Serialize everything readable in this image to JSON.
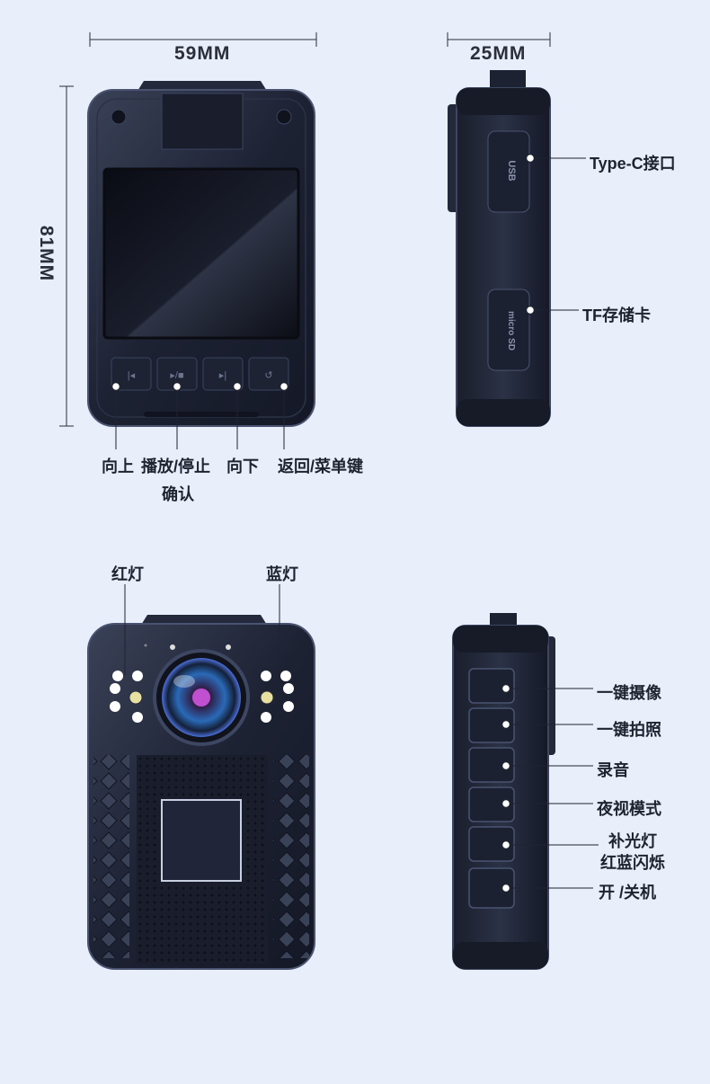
{
  "dimensions": {
    "width": "59MM",
    "depth": "25MM",
    "height": "81MM"
  },
  "front_buttons": {
    "up": "向上",
    "play_stop": "播放/停止",
    "confirm": "确认",
    "down": "向下",
    "back_menu": "返回/菜单键"
  },
  "side_ports": {
    "usb": "Type-C接口",
    "tf": "TF存储卡"
  },
  "lights": {
    "red": "红灯",
    "blue": "蓝灯"
  },
  "side_buttons": {
    "record": "一键摄像",
    "photo": "一键拍照",
    "audio": "录音",
    "night": "夜视模式",
    "fill_light": "补光灯",
    "flash": "红蓝闪烁",
    "power": "开 /关机"
  },
  "port_text": {
    "usb": "USB",
    "micro": "micro SD"
  },
  "colors": {
    "background": "#e9eefb",
    "body": "#1c2030",
    "accent": "#4a6fd8",
    "line": "#2a2f3a"
  }
}
